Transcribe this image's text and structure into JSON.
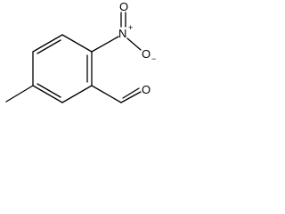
{
  "molecule": {
    "atoms": {
      "nitro_n": "N",
      "nitro_n_charge": "+",
      "nitro_o_top": "O",
      "nitro_o_right": "O",
      "nitro_o_right_charge": "−",
      "aldehyde_o": "O"
    }
  }
}
